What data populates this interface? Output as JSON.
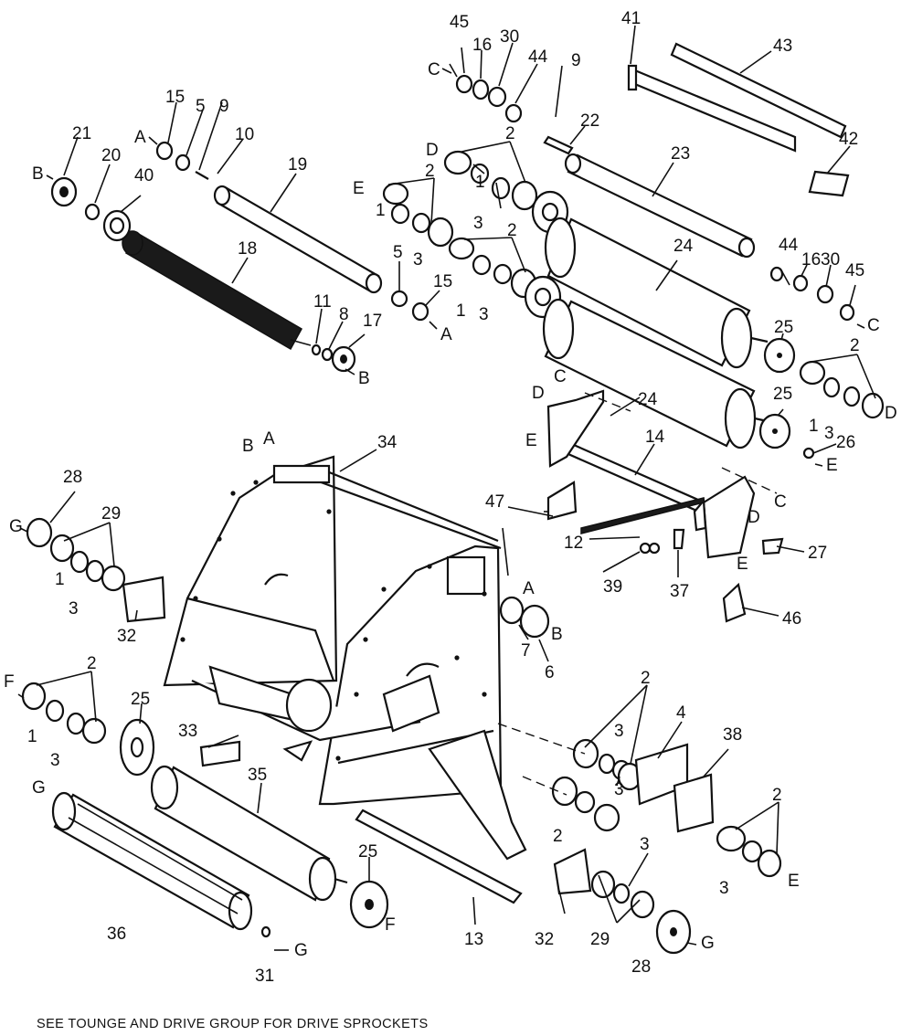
{
  "footer_note": "SEE TOUNGE AND DRIVE GROUP FOR DRIVE SPROCKETS",
  "labels": {
    "n1": "1",
    "n2": "2",
    "n3": "3",
    "n4": "4",
    "n5": "5",
    "n6": "6",
    "n7": "7",
    "n8": "8",
    "n9": "9",
    "n10": "10",
    "n11": "11",
    "n12": "12",
    "n13": "13",
    "n14": "14",
    "n15": "15",
    "n16": "16",
    "n17": "17",
    "n18": "18",
    "n19": "19",
    "n20": "20",
    "n21": "21",
    "n22": "22",
    "n23": "23",
    "n24": "24",
    "n25": "25",
    "n26": "26",
    "n27": "27",
    "n28": "28",
    "n29": "29",
    "n30": "30",
    "n31": "31",
    "n32": "32",
    "n33": "33",
    "n34": "34",
    "n35": "35",
    "n36": "36",
    "n37": "37",
    "n38": "38",
    "n39": "39",
    "n40": "40",
    "n41": "41",
    "n42": "42",
    "n43": "43",
    "n44": "44",
    "n45": "45",
    "n46": "46",
    "n47": "47",
    "A": "A",
    "B": "B",
    "C": "C",
    "D": "D",
    "E": "E",
    "F": "F",
    "G": "G"
  }
}
